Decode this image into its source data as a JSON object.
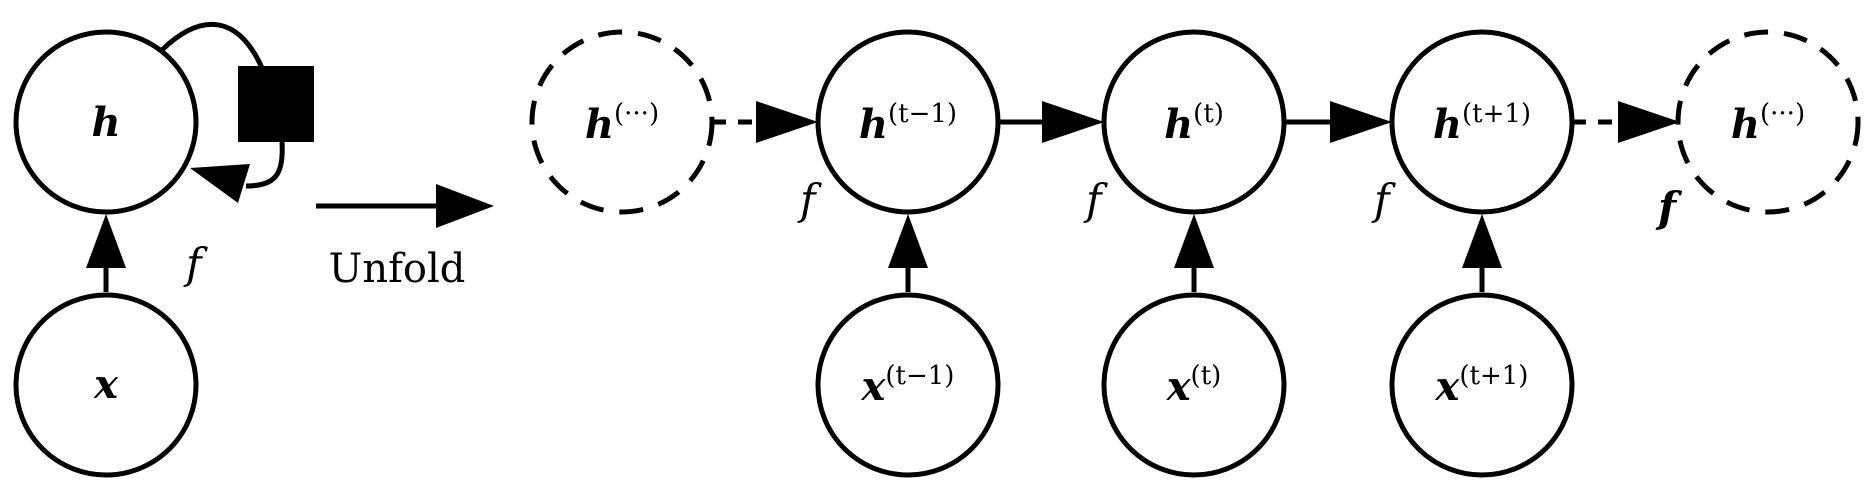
{
  "folded": {
    "hidden": {
      "base": "h",
      "sup": ""
    },
    "input": {
      "base": "x",
      "sup": ""
    },
    "f_label": "f"
  },
  "unfold_label": "Unfold",
  "unrolled": {
    "left_ghost": {
      "base": "h",
      "sup": "(···)"
    },
    "right_ghost": {
      "base": "h",
      "sup": "(···)"
    },
    "hidden": [
      {
        "base": "h",
        "sup": "(t−1)"
      },
      {
        "base": "h",
        "sup": "(t)"
      },
      {
        "base": "h",
        "sup": "(t+1)"
      }
    ],
    "inputs": [
      {
        "base": "x",
        "sup": "(t−1)"
      },
      {
        "base": "x",
        "sup": "(t)"
      },
      {
        "base": "x",
        "sup": "(t+1)"
      }
    ],
    "f_labels": [
      "f",
      "f",
      "f",
      "f"
    ]
  }
}
